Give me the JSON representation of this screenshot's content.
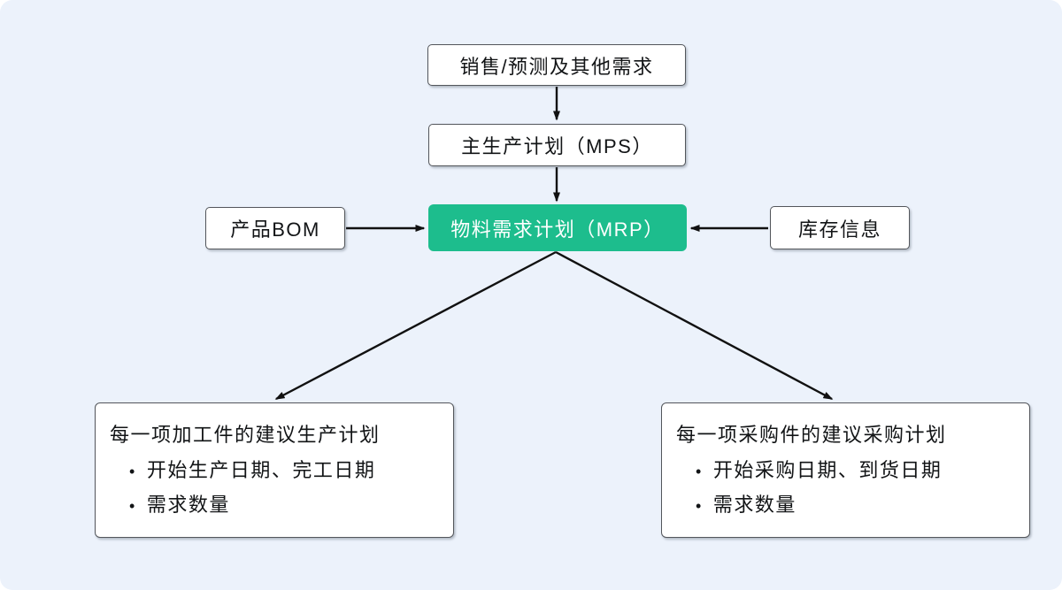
{
  "bullet_char": "•",
  "diagram": {
    "type": "flowchart",
    "nodes": {
      "demand": {
        "label": "销售/预测及其他需求"
      },
      "mps": {
        "label": "主生产计划（MPS）"
      },
      "mrp": {
        "label": "物料需求计划（MRP）"
      },
      "bom": {
        "label": "产品BOM"
      },
      "inventory": {
        "label": "库存信息"
      },
      "production_plan": {
        "title": "每一项加工件的建议生产计划",
        "bullets": [
          "开始生产日期、完工日期",
          "需求数量"
        ]
      },
      "purchase_plan": {
        "title": "每一项采购件的建议采购计划",
        "bullets": [
          "开始采购日期、到货日期",
          "需求数量"
        ]
      }
    },
    "edges": [
      {
        "from": "demand",
        "to": "mps"
      },
      {
        "from": "mps",
        "to": "mrp"
      },
      {
        "from": "bom",
        "to": "mrp"
      },
      {
        "from": "inventory",
        "to": "mrp"
      },
      {
        "from": "mrp",
        "to": "production_plan"
      },
      {
        "from": "mrp",
        "to": "purchase_plan"
      }
    ],
    "colors": {
      "background": "#ecf2fb",
      "node_background": "#ffffff",
      "node_border": "#53565b",
      "highlight_background": "#1dbd8d",
      "highlight_text": "#ffffff",
      "text": "#121416",
      "arrow": "#111111"
    }
  }
}
